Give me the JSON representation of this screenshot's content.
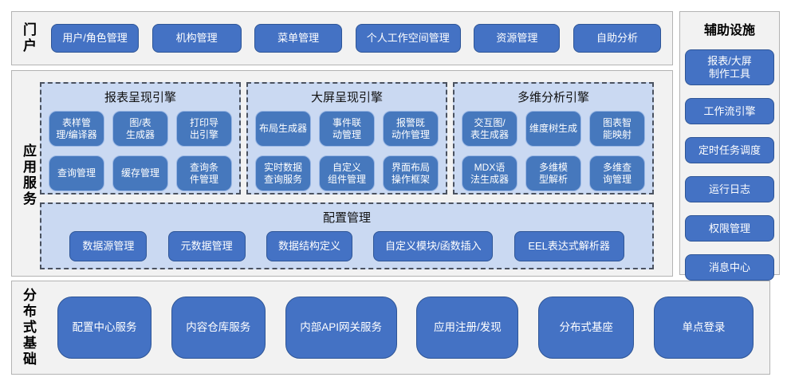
{
  "colors": {
    "primary_button": "#4472C4",
    "primary_button_border": "#2E5596",
    "engine_button": "#4678BD",
    "engine_button_border": "#9AB7E4",
    "panel_bg": "#F2F2F2",
    "panel_border": "#B3B3B3",
    "group_bg": "#CAD9F2",
    "group_dashed_border": "#4A5260",
    "button_text": "#FFFFFF",
    "heading_text": "#000000"
  },
  "portal": {
    "label": "门户",
    "buttons": [
      "用户/角色管理",
      "机构管理",
      "菜单管理",
      "个人工作空间管理",
      "资源管理",
      "自助分析"
    ]
  },
  "app_services": {
    "label": "应用服务",
    "engines": [
      {
        "title": "报表呈现引擎",
        "buttons": [
          "表样管理/编译器",
          "图/表生成器",
          "打印导出引擎",
          "查询管理",
          "缓存管理",
          "查询条件管理"
        ]
      },
      {
        "title": "大屏呈现引擎",
        "buttons": [
          "布局生成器",
          "事件联动管理",
          "报警既动作管理",
          "实时数据查询服务",
          "自定义组件管理",
          "界面布局操作框架"
        ]
      },
      {
        "title": "多维分析引擎",
        "buttons": [
          "交互图/表生成器",
          "维度树生成",
          "图表智能映射",
          "MDX语法生成器",
          "多维模型解析",
          "多维查询管理"
        ]
      }
    ],
    "config": {
      "title": "配置管理",
      "buttons": [
        "数据源管理",
        "元数据管理",
        "数据结构定义",
        "自定义模块/函数插入",
        "EEL表达式解析器"
      ]
    }
  },
  "auxiliary": {
    "title": "辅助设施",
    "buttons": [
      "报表/大屏制作工具",
      "工作流引擎",
      "定时任务调度",
      "运行日志",
      "权限管理",
      "消息中心"
    ]
  },
  "distributed": {
    "label": "分布式基础",
    "buttons": [
      "配置中心服务",
      "内容仓库服务",
      "内部API网关服务",
      "应用注册/发现",
      "分布式基座",
      "单点登录"
    ]
  }
}
